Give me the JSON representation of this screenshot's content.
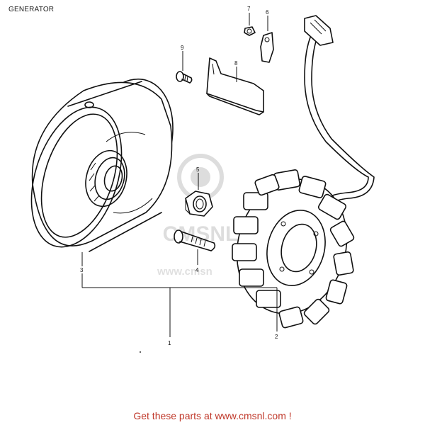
{
  "header": {
    "title": "GENERATOR"
  },
  "watermark": {
    "text": "www.cmsn",
    "logo": "cmsnl-logo"
  },
  "callouts": [
    {
      "id": "1",
      "part": "generator-assembly"
    },
    {
      "id": "2",
      "part": "stator"
    },
    {
      "id": "3",
      "part": "rotor"
    },
    {
      "id": "4",
      "part": "bolt"
    },
    {
      "id": "5",
      "part": "nut"
    },
    {
      "id": "6",
      "part": "clamp"
    },
    {
      "id": "7",
      "part": "screw"
    },
    {
      "id": "8",
      "part": "cover-plate"
    },
    {
      "id": "9",
      "part": "screw"
    }
  ],
  "footer": {
    "text": "Get these parts at www.cmsnl.com !",
    "color": "#c0392b"
  }
}
